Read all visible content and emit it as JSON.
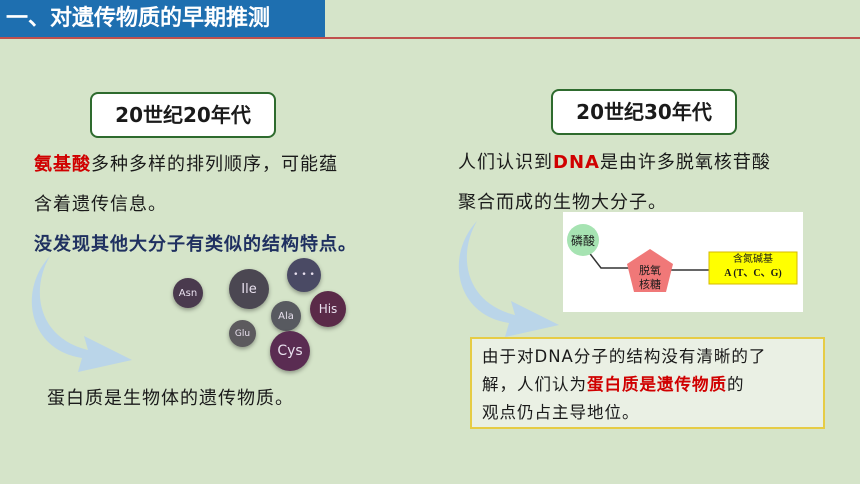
{
  "title": "一、对遗传物质的早期推测",
  "left": {
    "era": "20世纪20年代",
    "line1_red": "氨基酸",
    "line1_rest": "多种多样的排列顺序，可能蕴",
    "line2": "含着遗传信息。",
    "line3": "没发现其他大分子有类似的结构特点。",
    "conclusion": "蛋白质是生物体的遗传物质。",
    "amino_acids": {
      "asn": "Asn",
      "ile": "Ile",
      "dots": "• • •",
      "his": "His",
      "ala": "Ala",
      "glu": "Glu",
      "cys": "Cys"
    }
  },
  "right": {
    "era": "20世纪30年代",
    "line1_pre": "人们认识到",
    "line1_red": "DNA",
    "line1_rest": "是由许多脱氧核苷酸",
    "line2": "聚合而成的生物大分子。",
    "diagram": {
      "phosphate": "磷酸",
      "sugar_line1": "脱氧",
      "sugar_line2": "核糖",
      "base_line1": "含氮碱基",
      "base_line2": "A (T、C、G)"
    },
    "note_line1": "由于对DNA分子的结构没有清晰的了",
    "note_line2_pre": "解，人们认为",
    "note_line2_red": "蛋白质是遗传物质",
    "note_line2_post": "的",
    "note_line3": "观点仍占主导地位。"
  },
  "colors": {
    "background": "#d5e4c9",
    "title_bar": "#1e6fb0",
    "accent_red": "#d00000",
    "arrow": "#b7d3ec"
  }
}
